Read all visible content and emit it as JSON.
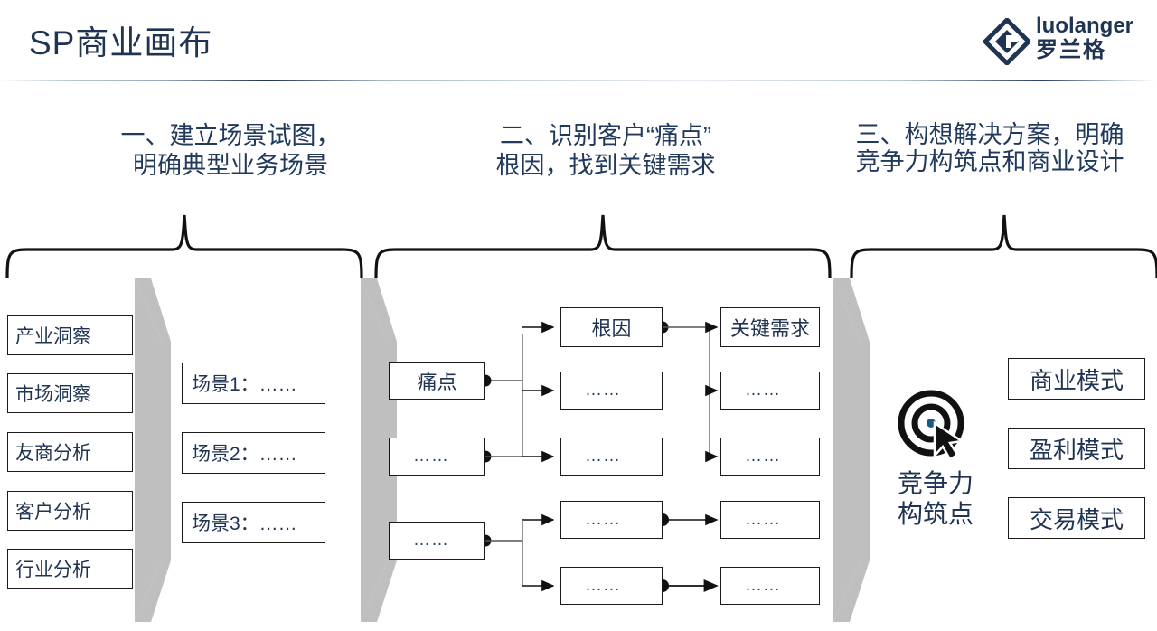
{
  "header": {
    "title": "SP商业画布",
    "logo": {
      "en": "luolanger",
      "cn": "罗兰格",
      "mark": "diamond-logo-icon"
    },
    "divider_color": "#1f3352"
  },
  "colors": {
    "text_navy": "#1f3352",
    "heading_navy": "#213a5c",
    "box_border": "#1a1a1a",
    "chevron_gray": "#bfbfbf",
    "wire": "#555555",
    "background": "#ffffff"
  },
  "sections": [
    {
      "id": "one",
      "heading": "一、建立场景试图，\n明确典型业务场景"
    },
    {
      "id": "two",
      "heading": "二、识别客户“痛点”\n根因，找到关键需求"
    },
    {
      "id": "three",
      "heading": "三、构想解决方案，明确\n竞争力构筑点和商业设计"
    }
  ],
  "insight_column": {
    "items": [
      {
        "label": "产业洞察"
      },
      {
        "label": "市场洞察"
      },
      {
        "label": "友商分析"
      },
      {
        "label": "客户分析"
      },
      {
        "label": "行业分析"
      }
    ]
  },
  "scenario_column": {
    "items": [
      {
        "label": "场景1：……"
      },
      {
        "label": "场景2：……"
      },
      {
        "label": "场景3：……"
      }
    ]
  },
  "painpoint_column": {
    "items": [
      {
        "label": "痛点"
      },
      {
        "label": "……"
      },
      {
        "label": "……"
      }
    ]
  },
  "rootcause_column": {
    "items": [
      {
        "label": "根因"
      },
      {
        "label": "……"
      },
      {
        "label": "……"
      },
      {
        "label": "……"
      },
      {
        "label": "……"
      }
    ]
  },
  "keyneed_column": {
    "items": [
      {
        "label": "关键需求"
      },
      {
        "label": "……"
      },
      {
        "label": "……"
      },
      {
        "label": "……"
      },
      {
        "label": "……"
      }
    ]
  },
  "competitiveness": {
    "icon": "target-cursor-icon",
    "label": "竞争力\n构筑点"
  },
  "model_column": {
    "items": [
      {
        "label": "商业模式"
      },
      {
        "label": "盈利模式"
      },
      {
        "label": "交易模式"
      }
    ]
  }
}
